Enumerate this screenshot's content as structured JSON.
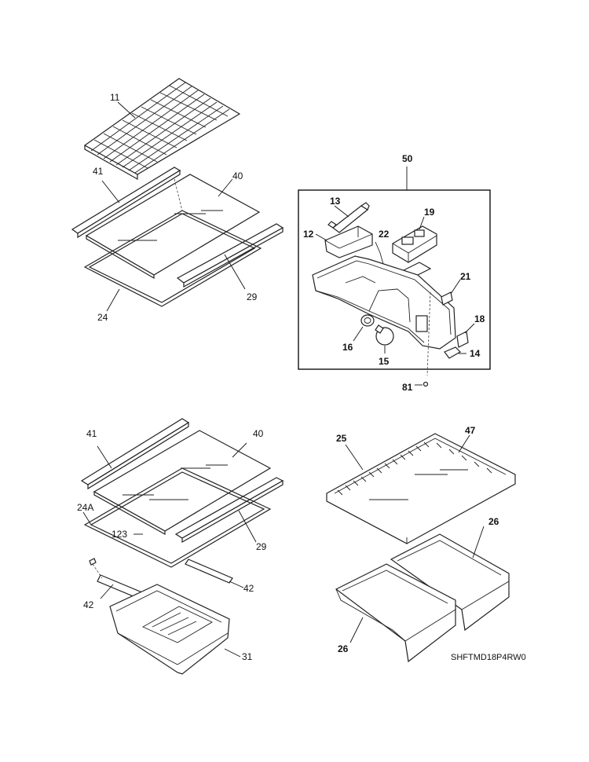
{
  "labels": {
    "wire_shelf": "11",
    "top_trim_front": "41",
    "top_glass": "40",
    "top_trim_rear": "29",
    "top_frame": "24",
    "assembly": "50",
    "housing_cover": "13",
    "housing": "12",
    "wire_22": "22",
    "control_board": "19",
    "clip_21": "21",
    "part_18": "18",
    "part_14": "14",
    "socket": "16",
    "bulb": "15",
    "screw_81": "81",
    "low_trim_front": "41",
    "low_glass": "40",
    "low_frame_label": "24A",
    "low_frame_part": "123",
    "low_trim_rear": "29",
    "slide_right": "42",
    "slide_left": "42",
    "drawer_left": "31",
    "crisper_cover_frame": "25",
    "crisper_glass": "47",
    "crisper_right": "26",
    "crisper_left": "26"
  },
  "model_code": "SHFTMD18P4RW0"
}
